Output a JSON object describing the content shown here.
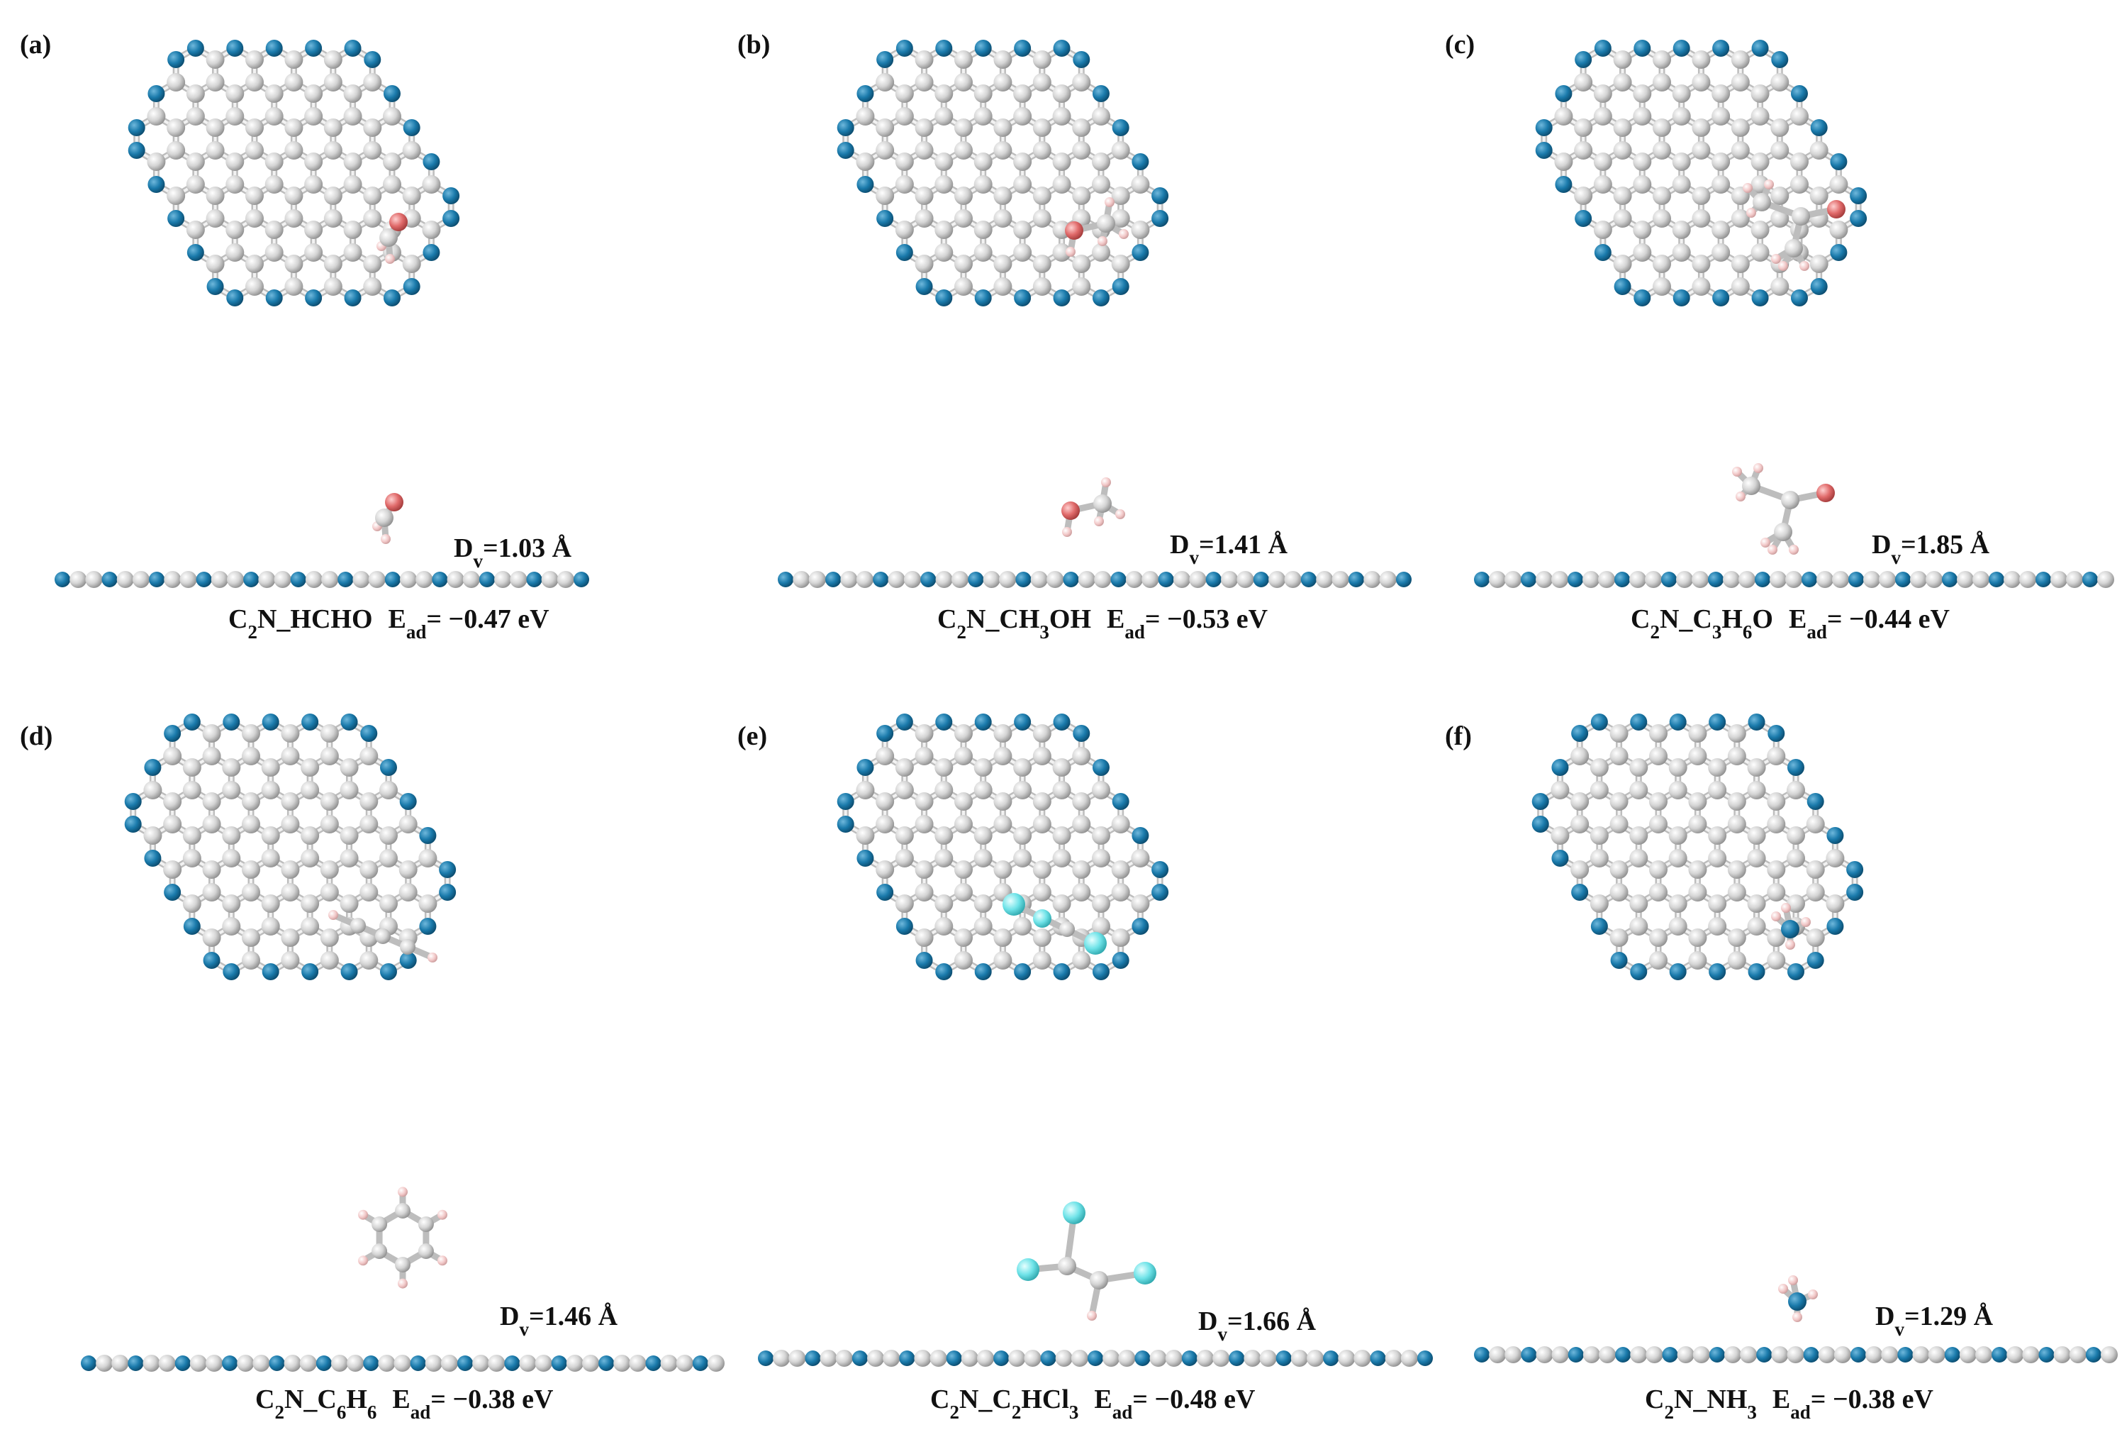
{
  "colors": {
    "carbon": "#c9c9c9",
    "nitrogen": "#1a7aab",
    "oxygen": "#e06a6a",
    "hydrogen": "#f2c8c8",
    "chlorine": "#6fe3e8"
  },
  "panels": [
    {
      "id": "a",
      "label": "(a)",
      "formula": [
        "C",
        "2",
        "N_HCHO"
      ],
      "dv": "1.03 Å",
      "ead": "−0.47 eV",
      "molecule": "HCHO"
    },
    {
      "id": "b",
      "label": "(b)",
      "formula": [
        "C",
        "2",
        "N_CH",
        "3",
        "OH"
      ],
      "dv": "1.41 Å",
      "ead": "−0.53 eV",
      "molecule": "CH3OH"
    },
    {
      "id": "c",
      "label": "(c)",
      "formula": [
        "C",
        "2",
        "N_C",
        "3",
        "H",
        "6",
        "O"
      ],
      "dv": "1.85 Å",
      "ead": "−0.44 eV",
      "molecule": "C3H6O"
    },
    {
      "id": "d",
      "label": "(d)",
      "formula": [
        "C",
        "2",
        "N_C",
        "6",
        "H",
        "6"
      ],
      "dv": "1.46 Å",
      "ead": "−0.38 eV",
      "molecule": "C6H6"
    },
    {
      "id": "e",
      "label": "(e)",
      "formula": [
        "C",
        "2",
        "N_C",
        "2",
        "HCl",
        "3"
      ],
      "dv": "1.66 Å",
      "ead": "−0.48 eV",
      "molecule": "C2HCl3"
    },
    {
      "id": "f",
      "label": "(f)",
      "formula": [
        "C",
        "2",
        "N_NH",
        "3"
      ],
      "dv": "1.29 Å",
      "ead": "−0.38 eV",
      "molecule": "NH3"
    }
  ],
  "labels": {
    "dv_prefix": "D",
    "dv_sub": "v",
    "ead_prefix": "E",
    "ead_sub": "ad"
  }
}
